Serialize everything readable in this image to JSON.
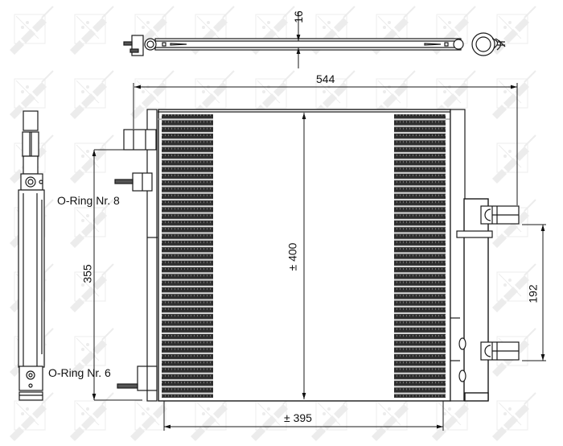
{
  "drawing": {
    "title": "A/C condenser technical drawing",
    "watermark": "NRF",
    "colors": {
      "line": "#1a1a1a",
      "fin_fill": "#2b2b2b",
      "watermark": "#ebebeb",
      "background": "#ffffff"
    },
    "dimensions": {
      "thickness": "16",
      "overall_width": "544",
      "core_height": "± 400",
      "core_width": "± 395",
      "connection_spacing": "355",
      "bracket_spacing": "192"
    },
    "notes": {
      "upper_connection": "O-Ring Nr. 8",
      "lower_connection": "O-Ring Nr. 6"
    },
    "views": {
      "top": "top-view",
      "side": "side-view",
      "front": "front-view"
    }
  }
}
